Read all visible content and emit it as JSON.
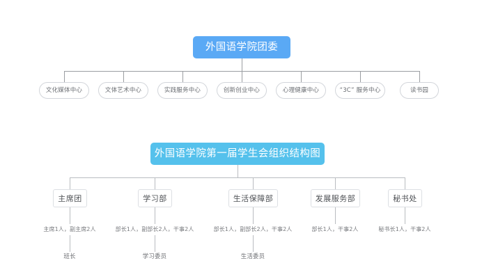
{
  "page": {
    "background": "#ffffff",
    "accent_primary": "#5aa9f5",
    "accent_secondary": "#55c1ec",
    "line_color": "#b9bcc0"
  },
  "chart1": {
    "title": "外国语学院团委",
    "children": [
      {
        "label": "文化媒体中心"
      },
      {
        "label": "文体艺术中心"
      },
      {
        "label": "实践服务中心"
      },
      {
        "label": "创新创业中心"
      },
      {
        "label": "心理健康中心"
      },
      {
        "label": "“3C” 服务中心"
      },
      {
        "label": "读书园"
      }
    ]
  },
  "chart2": {
    "title": "外国语学院第一届学生会组织结构图",
    "departments": [
      {
        "label": "主席团",
        "staff": "主席1人，副主席2人",
        "role": "班长"
      },
      {
        "label": "学习部",
        "staff": "部长1人，副部长2人，干事2人",
        "role": "学习委员"
      },
      {
        "label": "生活保障部",
        "staff": "部长1人，副部长2人，干事2人",
        "role": "生活委员"
      },
      {
        "label": "发展服务部",
        "staff": "部长1人，干事2人",
        "role": ""
      },
      {
        "label": "秘书处",
        "staff": "秘书长1人，干事2人",
        "role": ""
      }
    ]
  }
}
